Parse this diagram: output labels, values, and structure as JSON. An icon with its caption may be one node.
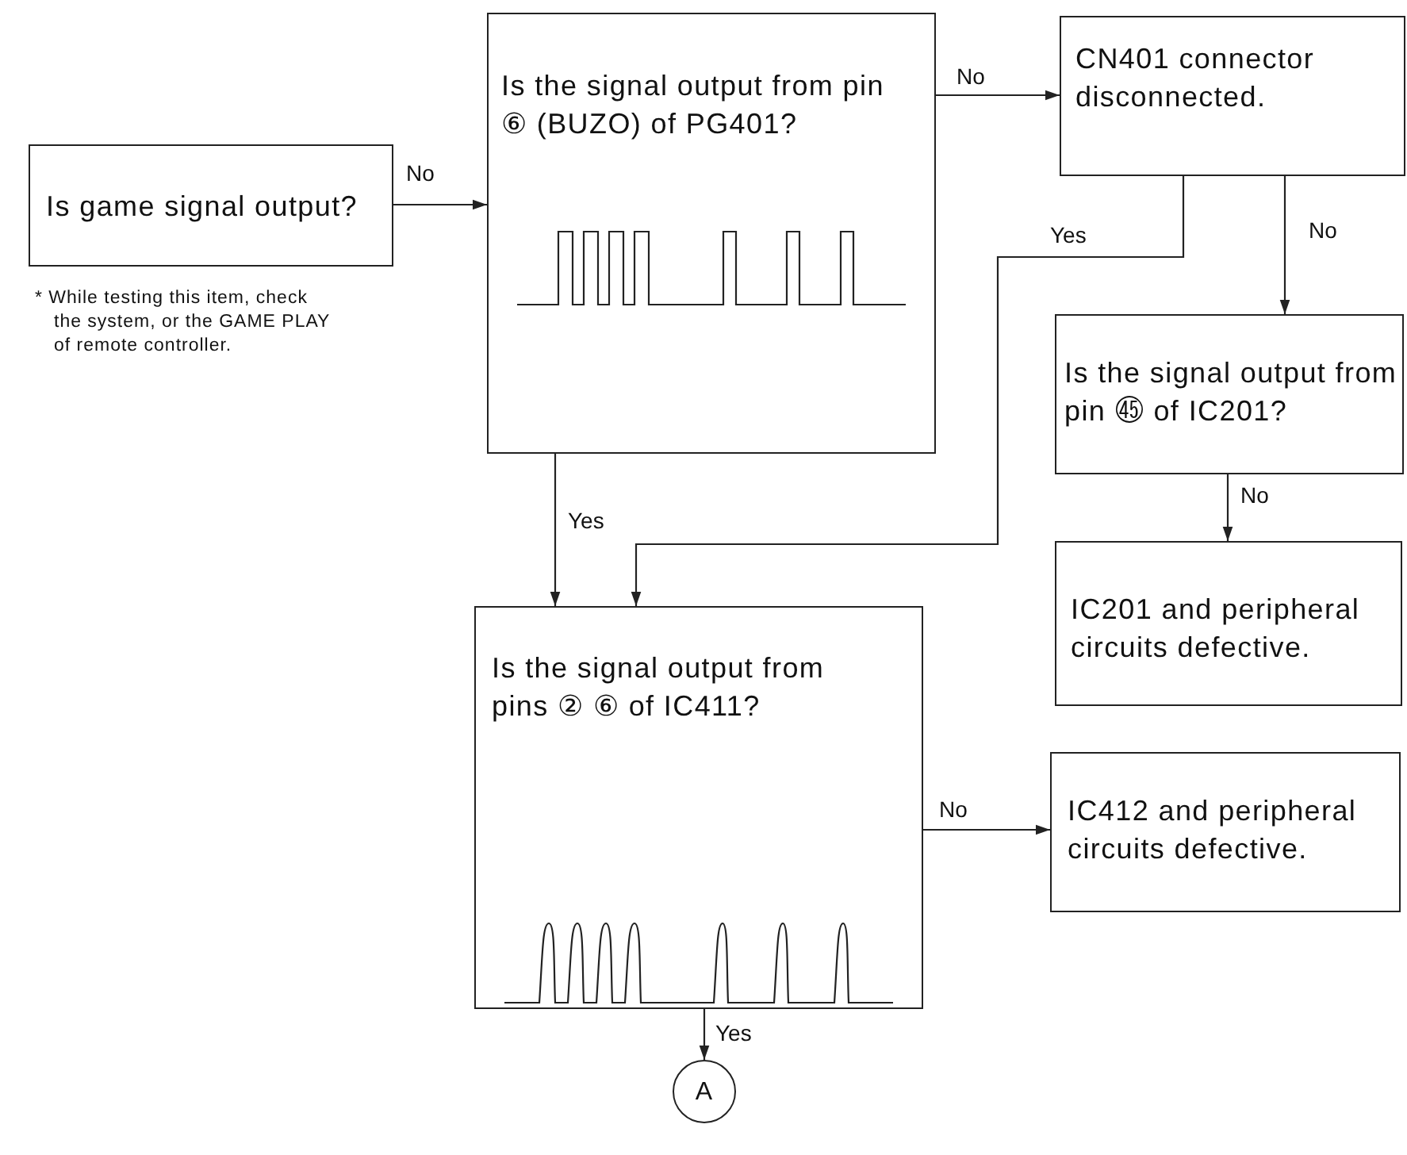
{
  "diagram": {
    "nodes": [
      {
        "text": [
          "Is game signal output?"
        ],
        "beside": [
          "* While testing this item, check the system, or the GAME PLAY of remote controller."
        ]
      },
      {
        "text": [
          "Is the signal output from pin ⑥ (BUZO) of PG401?"
        ]
      },
      {
        "text": [
          "CN401 connector disconnected."
        ]
      },
      {
        "text": [
          "Is the signal output from pin ㊺ of IC201?"
        ]
      },
      {
        "text": [
          "IC201 and peripheral circuits defective."
        ]
      },
      {
        "text": [
          "Is the signal output from pins ② ⑥ of IC411?"
        ]
      },
      {
        "text": [
          "IC412 and peripheral circuits defective."
        ]
      },
      {
        "text": [
          "A"
        ]
      }
    ],
    "edges": [
      {
        "from": 0,
        "to": 1,
        "arrow": "to",
        "label": "No"
      },
      {
        "from": 1,
        "to": 2,
        "arrow": "to",
        "label": "No"
      },
      {
        "from": 2,
        "to": 5,
        "arrow": "to",
        "label": "Yes"
      },
      {
        "from": 2,
        "to": 3,
        "arrow": "to",
        "label": "No"
      },
      {
        "from": 3,
        "to": 4,
        "arrow": "to",
        "label": "No"
      },
      {
        "from": 1,
        "to": 5,
        "arrow": "to",
        "label": "Yes"
      },
      {
        "from": 5,
        "to": 6,
        "arrow": "to",
        "label": "No"
      },
      {
        "from": 5,
        "to": 7,
        "arrow": "to",
        "label": "Yes"
      }
    ]
  }
}
